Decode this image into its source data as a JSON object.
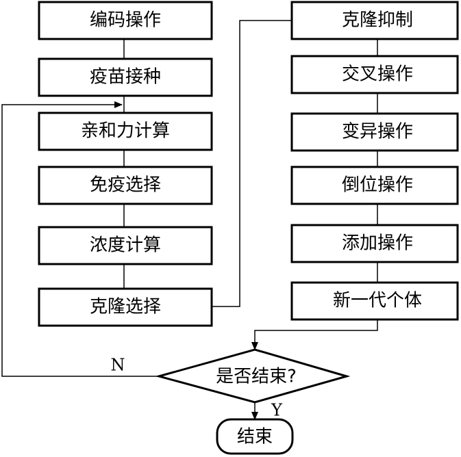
{
  "left_column": [
    {
      "key": "encode",
      "label": "编码操作"
    },
    {
      "key": "vaccine",
      "label": "疫苗接种"
    },
    {
      "key": "affinity",
      "label": "亲和力计算"
    },
    {
      "key": "immune_select",
      "label": "免疫选择"
    },
    {
      "key": "concentration",
      "label": "浓度计算"
    },
    {
      "key": "clone_select",
      "label": "克隆选择"
    }
  ],
  "right_column": [
    {
      "key": "clone_suppress",
      "label": "克隆抑制"
    },
    {
      "key": "crossover",
      "label": "交叉操作"
    },
    {
      "key": "mutation",
      "label": "变异操作"
    },
    {
      "key": "inversion",
      "label": "倒位操作"
    },
    {
      "key": "addition",
      "label": "添加操作"
    },
    {
      "key": "new_generation",
      "label": "新一代个体"
    }
  ],
  "decision": {
    "label": "是否结束?",
    "no_label": "N",
    "yes_label": "Y"
  },
  "terminal": {
    "label": "结束"
  }
}
